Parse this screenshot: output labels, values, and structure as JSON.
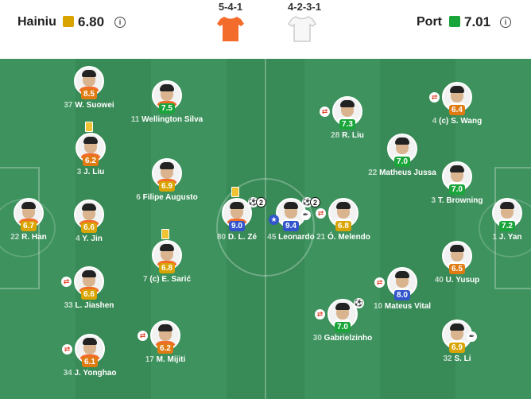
{
  "colors": {
    "rating_yellow": "#d9a400",
    "rating_green": "#1aa53a",
    "rating_orange": "#e07b12",
    "rating_blue": "#3355cc",
    "home_kit": "#f36c2b",
    "away_kit": "#f2f2f2"
  },
  "header": {
    "home": {
      "name": "Hainiu",
      "rating": "6.80",
      "rating_color": "#d9a400"
    },
    "away": {
      "name": "Port",
      "rating": "7.01",
      "rating_color": "#1aa53a"
    },
    "home_formation": "5-4-1",
    "away_formation": "4-2-3-1",
    "info_icon": "info-icon"
  },
  "players": [
    {
      "id": "h37",
      "num": "37",
      "name": "W. Suowei",
      "rating": "8.5",
      "rating_color": "#e07b12",
      "side": "home",
      "icons": []
    },
    {
      "id": "h11",
      "num": "11",
      "name": "Wellington Silva",
      "rating": "7.5",
      "rating_color": "#1aa53a",
      "side": "home",
      "icons": []
    },
    {
      "id": "h3",
      "num": "3",
      "name": "J. Liu",
      "rating": "6.2",
      "rating_color": "#e07b12",
      "side": "home",
      "icons": [
        "yellow"
      ]
    },
    {
      "id": "h6",
      "num": "6",
      "name": "Filipe Augusto",
      "rating": "6.9",
      "rating_color": "#d9a400",
      "side": "home",
      "icons": []
    },
    {
      "id": "h22",
      "num": "22",
      "name": "R. Han",
      "rating": "6.7",
      "rating_color": "#d9a400",
      "side": "home",
      "icons": []
    },
    {
      "id": "h4",
      "num": "4",
      "name": "Y. Jin",
      "rating": "6.6",
      "rating_color": "#d9a400",
      "side": "home",
      "icons": []
    },
    {
      "id": "h80",
      "num": "80",
      "name": "D. L. Zé",
      "rating": "9.0",
      "rating_color": "#3355cc",
      "side": "home",
      "icons": [
        "yellow",
        "goal",
        "two"
      ]
    },
    {
      "id": "h7",
      "num": "7",
      "name": "(c) E. Sarić",
      "rating": "6.8",
      "rating_color": "#d9a400",
      "side": "home",
      "icons": [
        "yellow"
      ]
    },
    {
      "id": "h33",
      "num": "33",
      "name": "L. Jiashen",
      "rating": "6.6",
      "rating_color": "#d9a400",
      "side": "home",
      "icons": [
        "sub"
      ]
    },
    {
      "id": "h34",
      "num": "34",
      "name": "J. Yonghao",
      "rating": "6.1",
      "rating_color": "#e07b12",
      "side": "home",
      "icons": [
        "sub"
      ]
    },
    {
      "id": "h17",
      "num": "17",
      "name": "M. Mijiti",
      "rating": "6.2",
      "rating_color": "#e07b12",
      "side": "home",
      "icons": [
        "sub"
      ]
    },
    {
      "id": "a4",
      "num": "4",
      "name": "(c) S. Wang",
      "rating": "6.4",
      "rating_color": "#e07b12",
      "side": "away",
      "icons": [
        "sub"
      ]
    },
    {
      "id": "a28",
      "num": "28",
      "name": "R. Liu",
      "rating": "7.3",
      "rating_color": "#1aa53a",
      "side": "away",
      "icons": [
        "sub"
      ]
    },
    {
      "id": "a22",
      "num": "22",
      "name": "Matheus Jussa",
      "rating": "7.0",
      "rating_color": "#1aa53a",
      "side": "away",
      "icons": []
    },
    {
      "id": "a3",
      "num": "3",
      "name": "T. Browning",
      "rating": "7.0",
      "rating_color": "#1aa53a",
      "side": "away",
      "icons": []
    },
    {
      "id": "a45",
      "num": "45",
      "name": "Leonardo",
      "rating": "9.4",
      "rating_color": "#3355cc",
      "side": "away",
      "icons": [
        "goal",
        "two",
        "star",
        "boot"
      ]
    },
    {
      "id": "a21",
      "num": "21",
      "name": "Ó. Melendo",
      "rating": "6.8",
      "rating_color": "#d9a400",
      "side": "away",
      "icons": [
        "sub"
      ]
    },
    {
      "id": "a1",
      "num": "1",
      "name": "J. Yan",
      "rating": "7.2",
      "rating_color": "#1aa53a",
      "side": "away",
      "icons": []
    },
    {
      "id": "a40",
      "num": "40",
      "name": "U. Yusup",
      "rating": "6.5",
      "rating_color": "#e07b12",
      "side": "away",
      "icons": []
    },
    {
      "id": "a10",
      "num": "10",
      "name": "Mateus Vital",
      "rating": "8.0",
      "rating_color": "#3355cc",
      "side": "away",
      "icons": [
        "sub"
      ]
    },
    {
      "id": "a30",
      "num": "30",
      "name": "Gabrielzinho",
      "rating": "7.0",
      "rating_color": "#1aa53a",
      "side": "away",
      "icons": [
        "sub",
        "goal"
      ]
    },
    {
      "id": "a32",
      "num": "32",
      "name": "S. Li",
      "rating": "6.9",
      "rating_color": "#d9a400",
      "side": "away",
      "icons": [
        "boot"
      ]
    }
  ]
}
